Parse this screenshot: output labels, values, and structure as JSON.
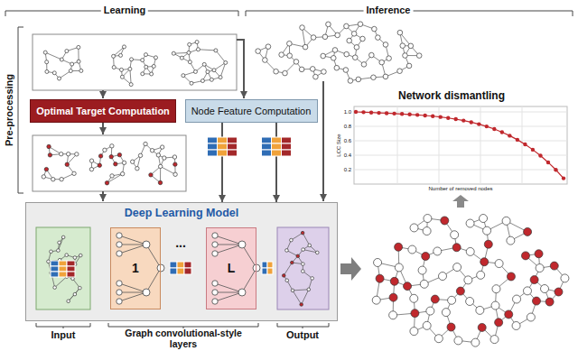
{
  "diagram": {
    "nodes": [
      {
        "text": [
          "Optimal Target Computation"
        ]
      },
      {
        "text": [
          "Node Feature Computation"
        ]
      },
      {
        "text": [
          "Deep Learning Model"
        ]
      },
      {
        "text": [
          "1"
        ],
        "in": 2
      },
      {
        "text": [
          "L"
        ],
        "in": 2
      }
    ],
    "edges": [
      {
        "from": 1,
        "to": 2,
        "arrow": "to"
      },
      {
        "from": 1,
        "to": 2,
        "arrow": "to"
      }
    ],
    "labels": [
      "Learning",
      "Inference",
      "Pre-processing",
      "Network dismantling",
      "1.0",
      "0.8",
      "0.6",
      "0.4",
      "0.2",
      "LCC Size",
      "Number of removed nodes",
      "...",
      "Input",
      "Graph convolutional-style layers",
      "Output"
    ]
  }
}
